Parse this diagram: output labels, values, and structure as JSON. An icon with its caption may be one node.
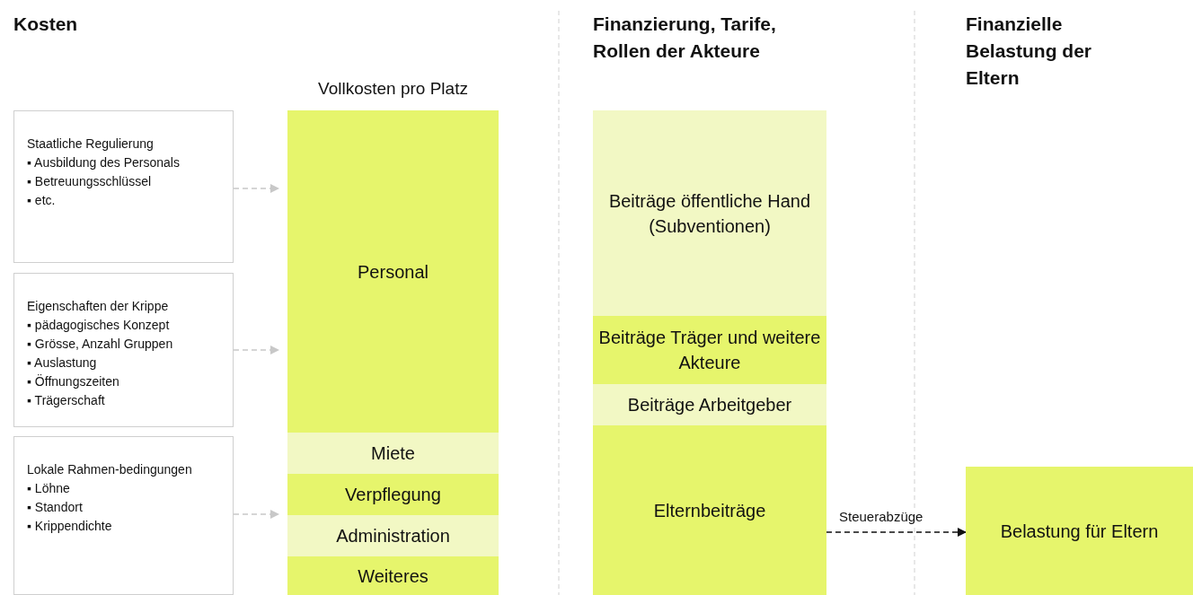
{
  "diagram": {
    "nodes": [
      {
        "text": [
          "Staatliche Regulierung",
          "▪ Ausbildung des Personals",
          "▪ Betreuungsschlüssel",
          "▪ etc."
        ]
      },
      {
        "text": [
          "Eigenschaften der Krippe",
          "▪ pädagogisches Konzept",
          "▪ Grösse, Anzahl Gruppen",
          "▪ Auslastung",
          "▪ Öffnungszeiten",
          "▪ Trägerschaft"
        ]
      },
      {
        "text": [
          "Lokale Rahmen-bedingungen",
          "▪ Löhne",
          "▪ Standort",
          "▪ Krippendichte"
        ]
      },
      {
        "text": [
          "Vollkosten pro Platz"
        ]
      },
      {
        "text": [
          "Personal"
        ],
        "in": 3
      },
      {
        "text": [
          "Miete"
        ],
        "in": 3
      },
      {
        "text": [
          "Verpflegung"
        ],
        "in": 3
      },
      {
        "text": [
          "Administration"
        ],
        "in": 3
      },
      {
        "text": [
          "Weiteres"
        ],
        "in": 3
      },
      {
        "text": [
          "Beiträge öffentliche Hand (Subventionen)"
        ]
      },
      {
        "text": [
          "Beiträge Träger und weitere Akteure"
        ]
      },
      {
        "text": [
          "Beiträge Arbeitgeber"
        ]
      },
      {
        "text": [
          "Elternbeiträge"
        ]
      },
      {
        "text": [
          "Belastung für Eltern"
        ]
      }
    ],
    "edges": [
      {
        "from": 0,
        "to": 3,
        "arrow": "to",
        "style": "dashed"
      },
      {
        "from": 1,
        "to": 3,
        "arrow": "to",
        "style": "dashed"
      },
      {
        "from": 2,
        "to": 3,
        "arrow": "to",
        "style": "dashed"
      },
      {
        "from": 12,
        "to": 13,
        "arrow": "to",
        "style": "dashed",
        "color": "#111111",
        "label": "Steuerabzüge"
      }
    ],
    "labels": [
      "Kosten",
      "Finanzierung, Tarife, Rollen der Akteure",
      "Finanzielle Belastung der Eltern"
    ]
  }
}
